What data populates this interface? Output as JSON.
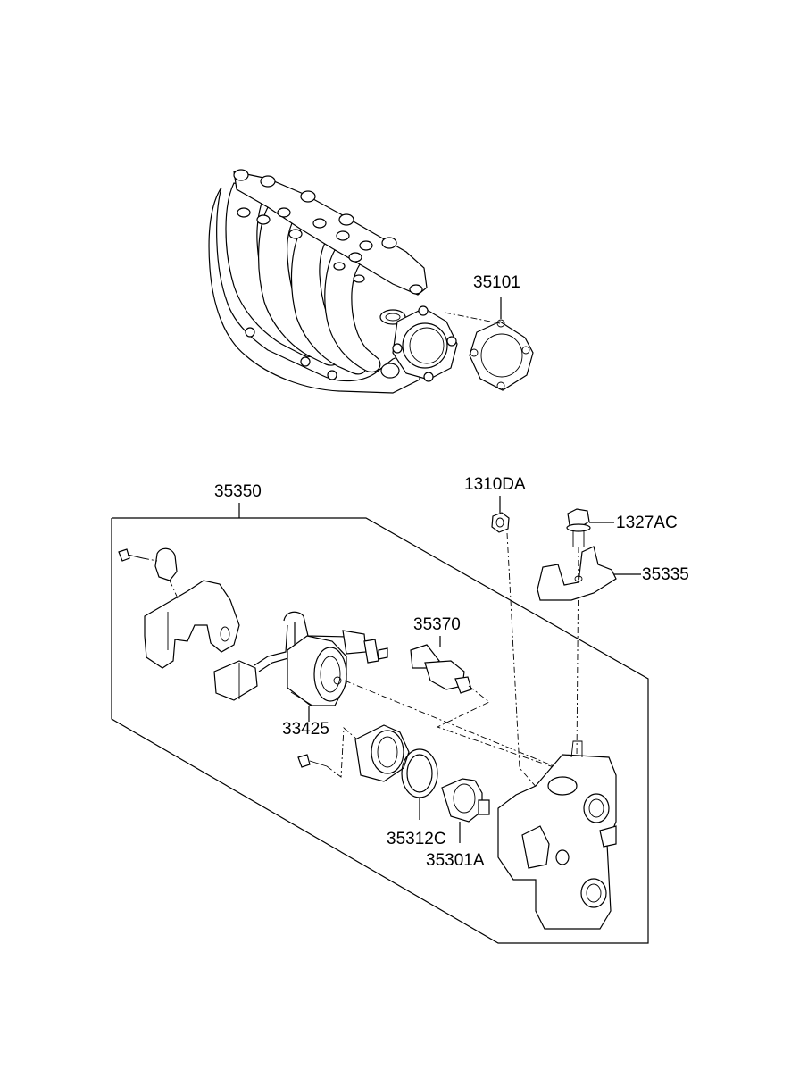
{
  "labels": {
    "manifold_gasket": "35101",
    "assembly": "35350",
    "nut": "1310DA",
    "bolt": "1327AC",
    "bracket": "35335",
    "sensor": "35370",
    "actuator": "33425",
    "o_ring": "35312C",
    "valve": "35301A"
  }
}
